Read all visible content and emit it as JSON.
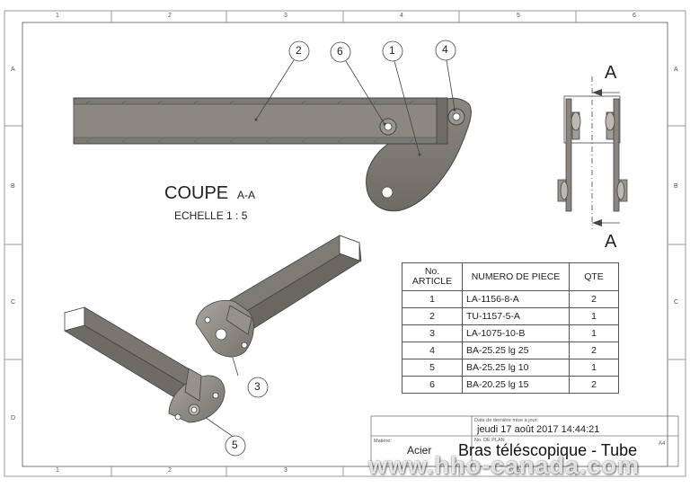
{
  "frame": {
    "columns": [
      "1",
      "2",
      "3",
      "4",
      "5",
      "6"
    ],
    "rows": [
      "A",
      "B",
      "C",
      "D"
    ]
  },
  "section": {
    "title": "COUPE",
    "suffix": "A-A",
    "scale": "ECHELLE 1 : 5",
    "cut_label_top": "A",
    "cut_label_bottom": "A"
  },
  "balloons": {
    "b2": "2",
    "b6": "6",
    "b1": "1",
    "b4": "4",
    "b3": "3",
    "b5": "5"
  },
  "bom": {
    "headers": {
      "article": "No. ARTICLE",
      "part": "NUMERO DE PIECE",
      "qty": "QTE"
    },
    "rows": [
      {
        "n": "1",
        "part": "LA-1156-8-A",
        "qty": "2"
      },
      {
        "n": "2",
        "part": "TU-1157-5-A",
        "qty": "1"
      },
      {
        "n": "3",
        "part": "LA-1075-10-B",
        "qty": "1"
      },
      {
        "n": "4",
        "part": "BA-25.25 lg 25",
        "qty": "2"
      },
      {
        "n": "5",
        "part": "BA-25.25 lg 10",
        "qty": "1"
      },
      {
        "n": "6",
        "part": "BA-20.25 lg 15",
        "qty": "2"
      }
    ]
  },
  "title_block": {
    "date_caption": "Date de dernière mise à jour:",
    "date_value": "jeudi 17 août 2017 14:44:21",
    "material_caption": "Matière:",
    "material_value": "Acier",
    "plan_caption": "No. DE PLAN",
    "plan_title": "Bras téléscopique - Tube",
    "sheet_size": "A4"
  },
  "watermark": "www.hho-canada.com"
}
